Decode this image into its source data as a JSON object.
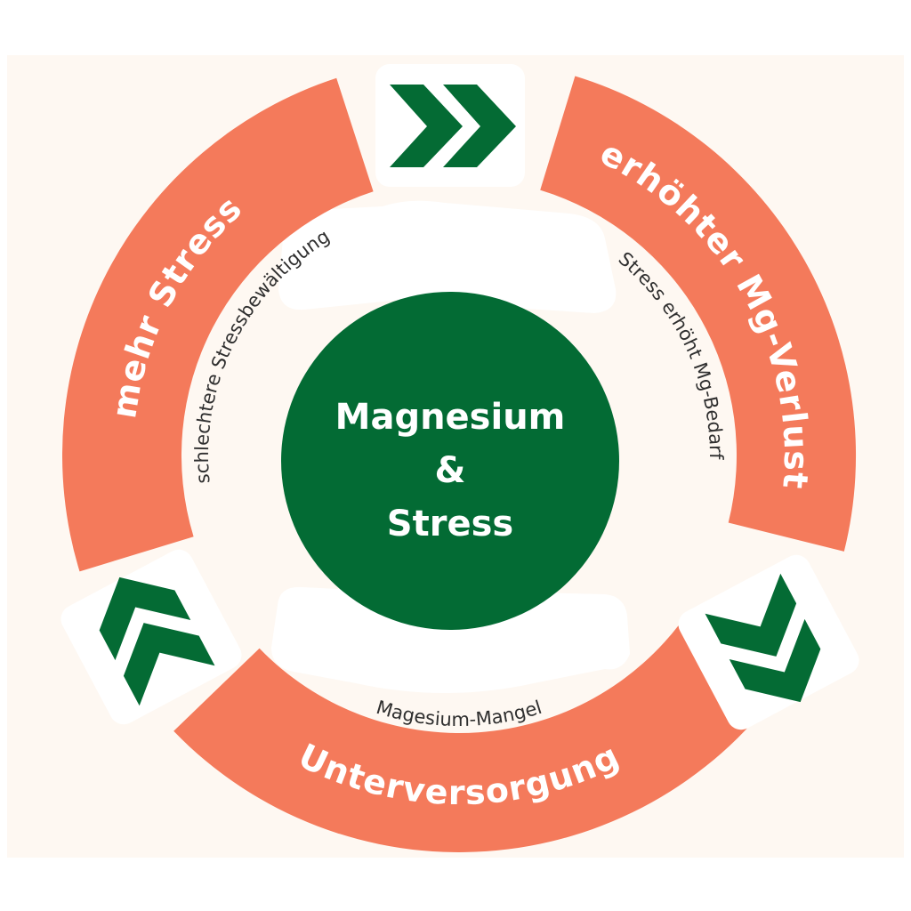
{
  "diagram": {
    "title_lines": [
      "Magnesium",
      "&",
      "Stress"
    ],
    "segments": [
      {
        "id": "mehr-stress",
        "label": "mehr Stress"
      },
      {
        "id": "erhoehter-mg-verlust",
        "label": "erhöhter Mg-Verlust"
      },
      {
        "id": "unterversorgung",
        "label": "Unterversorgung"
      }
    ],
    "links": [
      {
        "id": "stress-erhoeht-bedarf",
        "label": "Stress erhöht Mg-Bedarf"
      },
      {
        "id": "magnesium-mangel",
        "label": "Magesium-Mangel"
      },
      {
        "id": "schlechtere-stressbewaeltigung",
        "label": "schlechtere Stressbewältigung"
      }
    ],
    "arrows": [
      {
        "id": "arrow-top",
        "icon": "double-chevron-right-icon"
      },
      {
        "id": "arrow-right",
        "icon": "double-chevron-down-icon"
      },
      {
        "id": "arrow-left",
        "icon": "double-chevron-up-icon"
      }
    ],
    "colors": {
      "background": "#fef8f2",
      "segment": "#f47a5b",
      "core": "#036b34",
      "chevron": "#046b34",
      "link_text": "#2f2f2f"
    }
  }
}
